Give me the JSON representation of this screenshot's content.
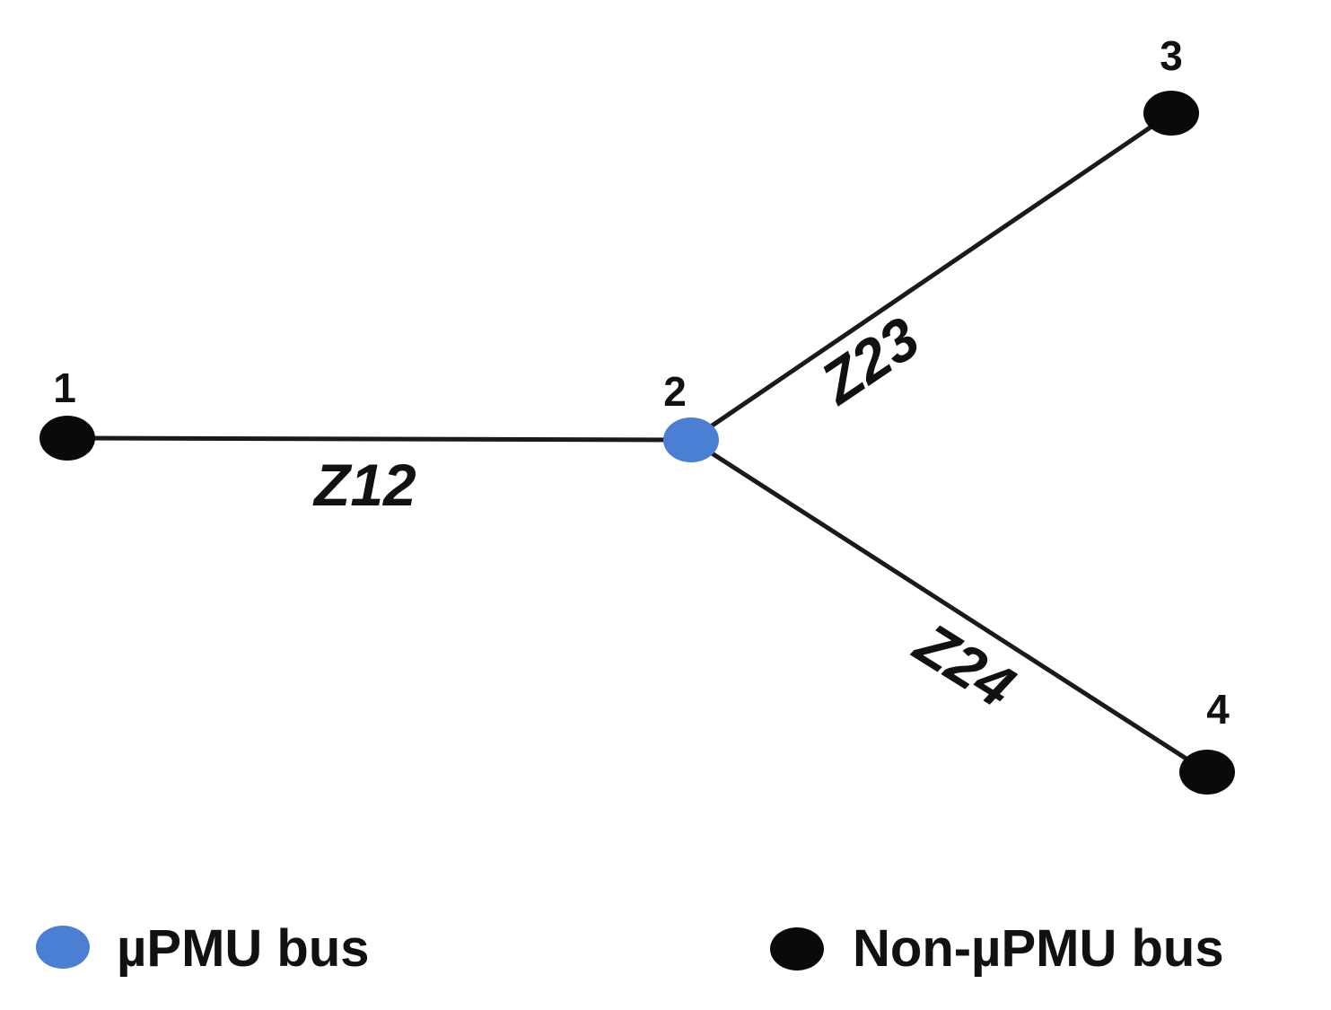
{
  "buses": [
    {
      "id": "1",
      "label": "1",
      "type": "non-upmu"
    },
    {
      "id": "2",
      "label": "2",
      "type": "upmu"
    },
    {
      "id": "3",
      "label": "3",
      "type": "non-upmu"
    },
    {
      "id": "4",
      "label": "4",
      "type": "non-upmu"
    }
  ],
  "lines": [
    {
      "from": "1",
      "to": "2",
      "label": "Z12"
    },
    {
      "from": "2",
      "to": "3",
      "label": "Z23"
    },
    {
      "from": "2",
      "to": "4",
      "label": "Z24"
    }
  ],
  "legend": {
    "upmu_label": "µPMU bus",
    "non_upmu_label": "Non-µPMU bus"
  },
  "colors": {
    "upmu": "#4a7fd4",
    "non_upmu": "#0a0a0a",
    "line": "#1a1a1a"
  }
}
